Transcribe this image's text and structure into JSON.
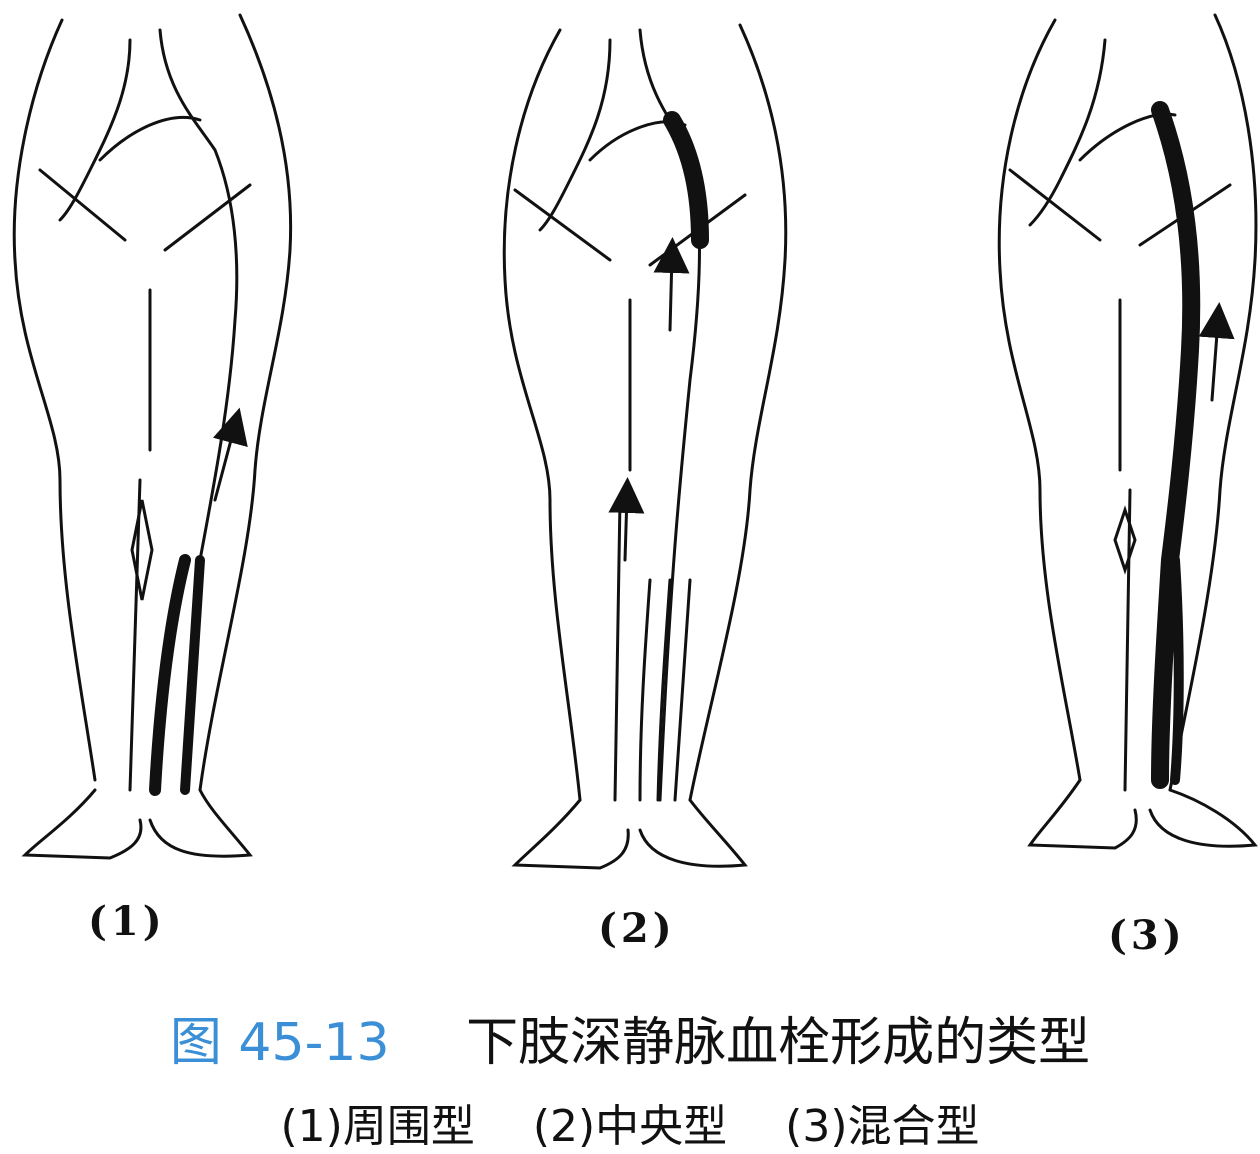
{
  "panels": [
    {
      "label": "(1)"
    },
    {
      "label": "(2)"
    },
    {
      "label": "(3)"
    }
  ],
  "caption": {
    "number": "图 45-13",
    "title": "下肢深静脉血栓形成的类型",
    "subtitles": [
      "(1)周围型",
      "(2)中央型",
      "(3)混合型"
    ]
  }
}
